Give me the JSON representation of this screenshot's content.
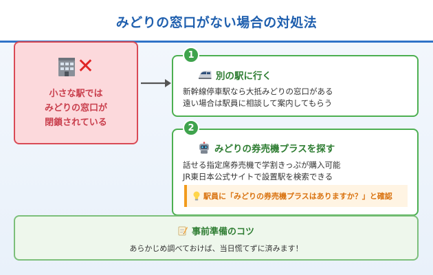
{
  "title": "みどりの窓口がない場合の対処法",
  "problem": {
    "icon": "closed-station-icon",
    "text": "小さな駅では\nみどりの窓口が\n閉鎖されている"
  },
  "steps": [
    {
      "number": "1",
      "icon": "train-icon",
      "title": "別の駅に行く",
      "body": "新幹線停車駅なら大抵みどりの窓口がある\n遠い場合は駅員に相談して案内してもらう"
    },
    {
      "number": "2",
      "icon": "robot-icon",
      "title": "みどりの券売機プラスを探す",
      "body": "話せる指定席券売機で学割きっぷが購入可能\nJR東日本公式サイトで設置駅を検索できる",
      "tip": {
        "icon": "lightbulb-icon",
        "text": "駅員に「みどりの券売機プラスはありますか？」と確認"
      }
    }
  ],
  "prep": {
    "icon": "memo-icon",
    "title": "事前準備のコツ",
    "text": "あらかじめ調べておけば、当日慌てずに済みます！"
  },
  "colors": {
    "title": "#1f5fae",
    "problem_bg": "#fcd9dc",
    "problem_border": "#d94a55",
    "step_green": "#3fa34d",
    "tip_orange": "#f29b1d"
  }
}
